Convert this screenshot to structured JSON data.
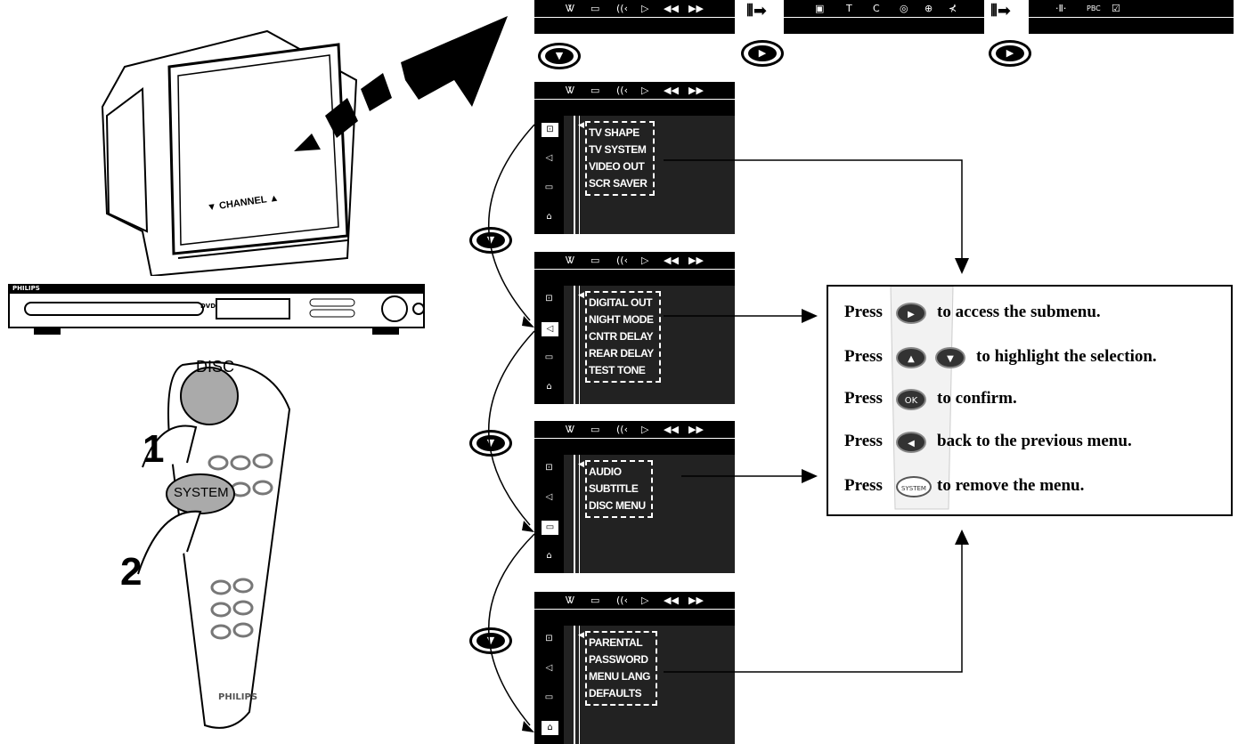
{
  "page": {
    "title_fragment": "ge    t    p"
  },
  "tv": {
    "channel_label": "▼ CHANNEL ▲"
  },
  "player": {
    "brand": "PHILIPS",
    "disc_logo": "DVD"
  },
  "remote": {
    "disc_label": "DISC",
    "system_label": "SYSTEM",
    "brand": "PHILIPS",
    "step1": "1",
    "step2": "2"
  },
  "top_bars": [
    {
      "icons": [
        "setup-icon",
        "subtitle-icon",
        "audio-icon",
        "play-icon",
        "rewind-icon",
        "forward-icon"
      ],
      "glyphs": [
        "Ꮤ",
        "▭",
        "((‹",
        "▷",
        "◀◀",
        "▶▶"
      ]
    },
    {
      "glyphs": [
        "▣",
        "T",
        "C",
        "◎",
        "⊕",
        "⊀"
      ]
    },
    {
      "glyphs": [
        "·Ⅱ·",
        "PBC",
        "☑"
      ]
    }
  ],
  "menus": [
    {
      "items": [
        "TV SHAPE",
        "TV SYSTEM",
        "VIDEO OUT",
        "SCR SAVER"
      ],
      "selected_side": 0
    },
    {
      "items": [
        "DIGITAL OUT",
        "NIGHT MODE",
        "CNTR DELAY",
        "REAR DELAY",
        "TEST TONE"
      ],
      "selected_side": 1
    },
    {
      "items": [
        "AUDIO",
        "SUBTITLE",
        "DISC MENU"
      ],
      "selected_side": 2
    },
    {
      "items": [
        "PARENTAL",
        "PASSWORD",
        "MENU LANG",
        "DEFAULTS"
      ],
      "selected_side": 3
    }
  ],
  "side_icons": [
    "video-icon",
    "speaker-icon",
    "chat-icon",
    "lock-icon"
  ],
  "side_glyphs": [
    "⊡",
    "◁",
    "▭",
    "⌂"
  ],
  "instructions": [
    {
      "press": "Press",
      "button": "▶",
      "text": "to access the submenu."
    },
    {
      "press": "Press",
      "button": "▲",
      "button2": "▼",
      "text": "to highlight the selection."
    },
    {
      "press": "Press",
      "button": "OK",
      "text": "to confirm."
    },
    {
      "press": "Press",
      "button": "◀",
      "text": "back to the previous menu."
    },
    {
      "press": "Press",
      "button": "SYSTEM",
      "text": "to remove the menu."
    }
  ],
  "nav_buttons": {
    "down": "▼",
    "right": "▶"
  }
}
